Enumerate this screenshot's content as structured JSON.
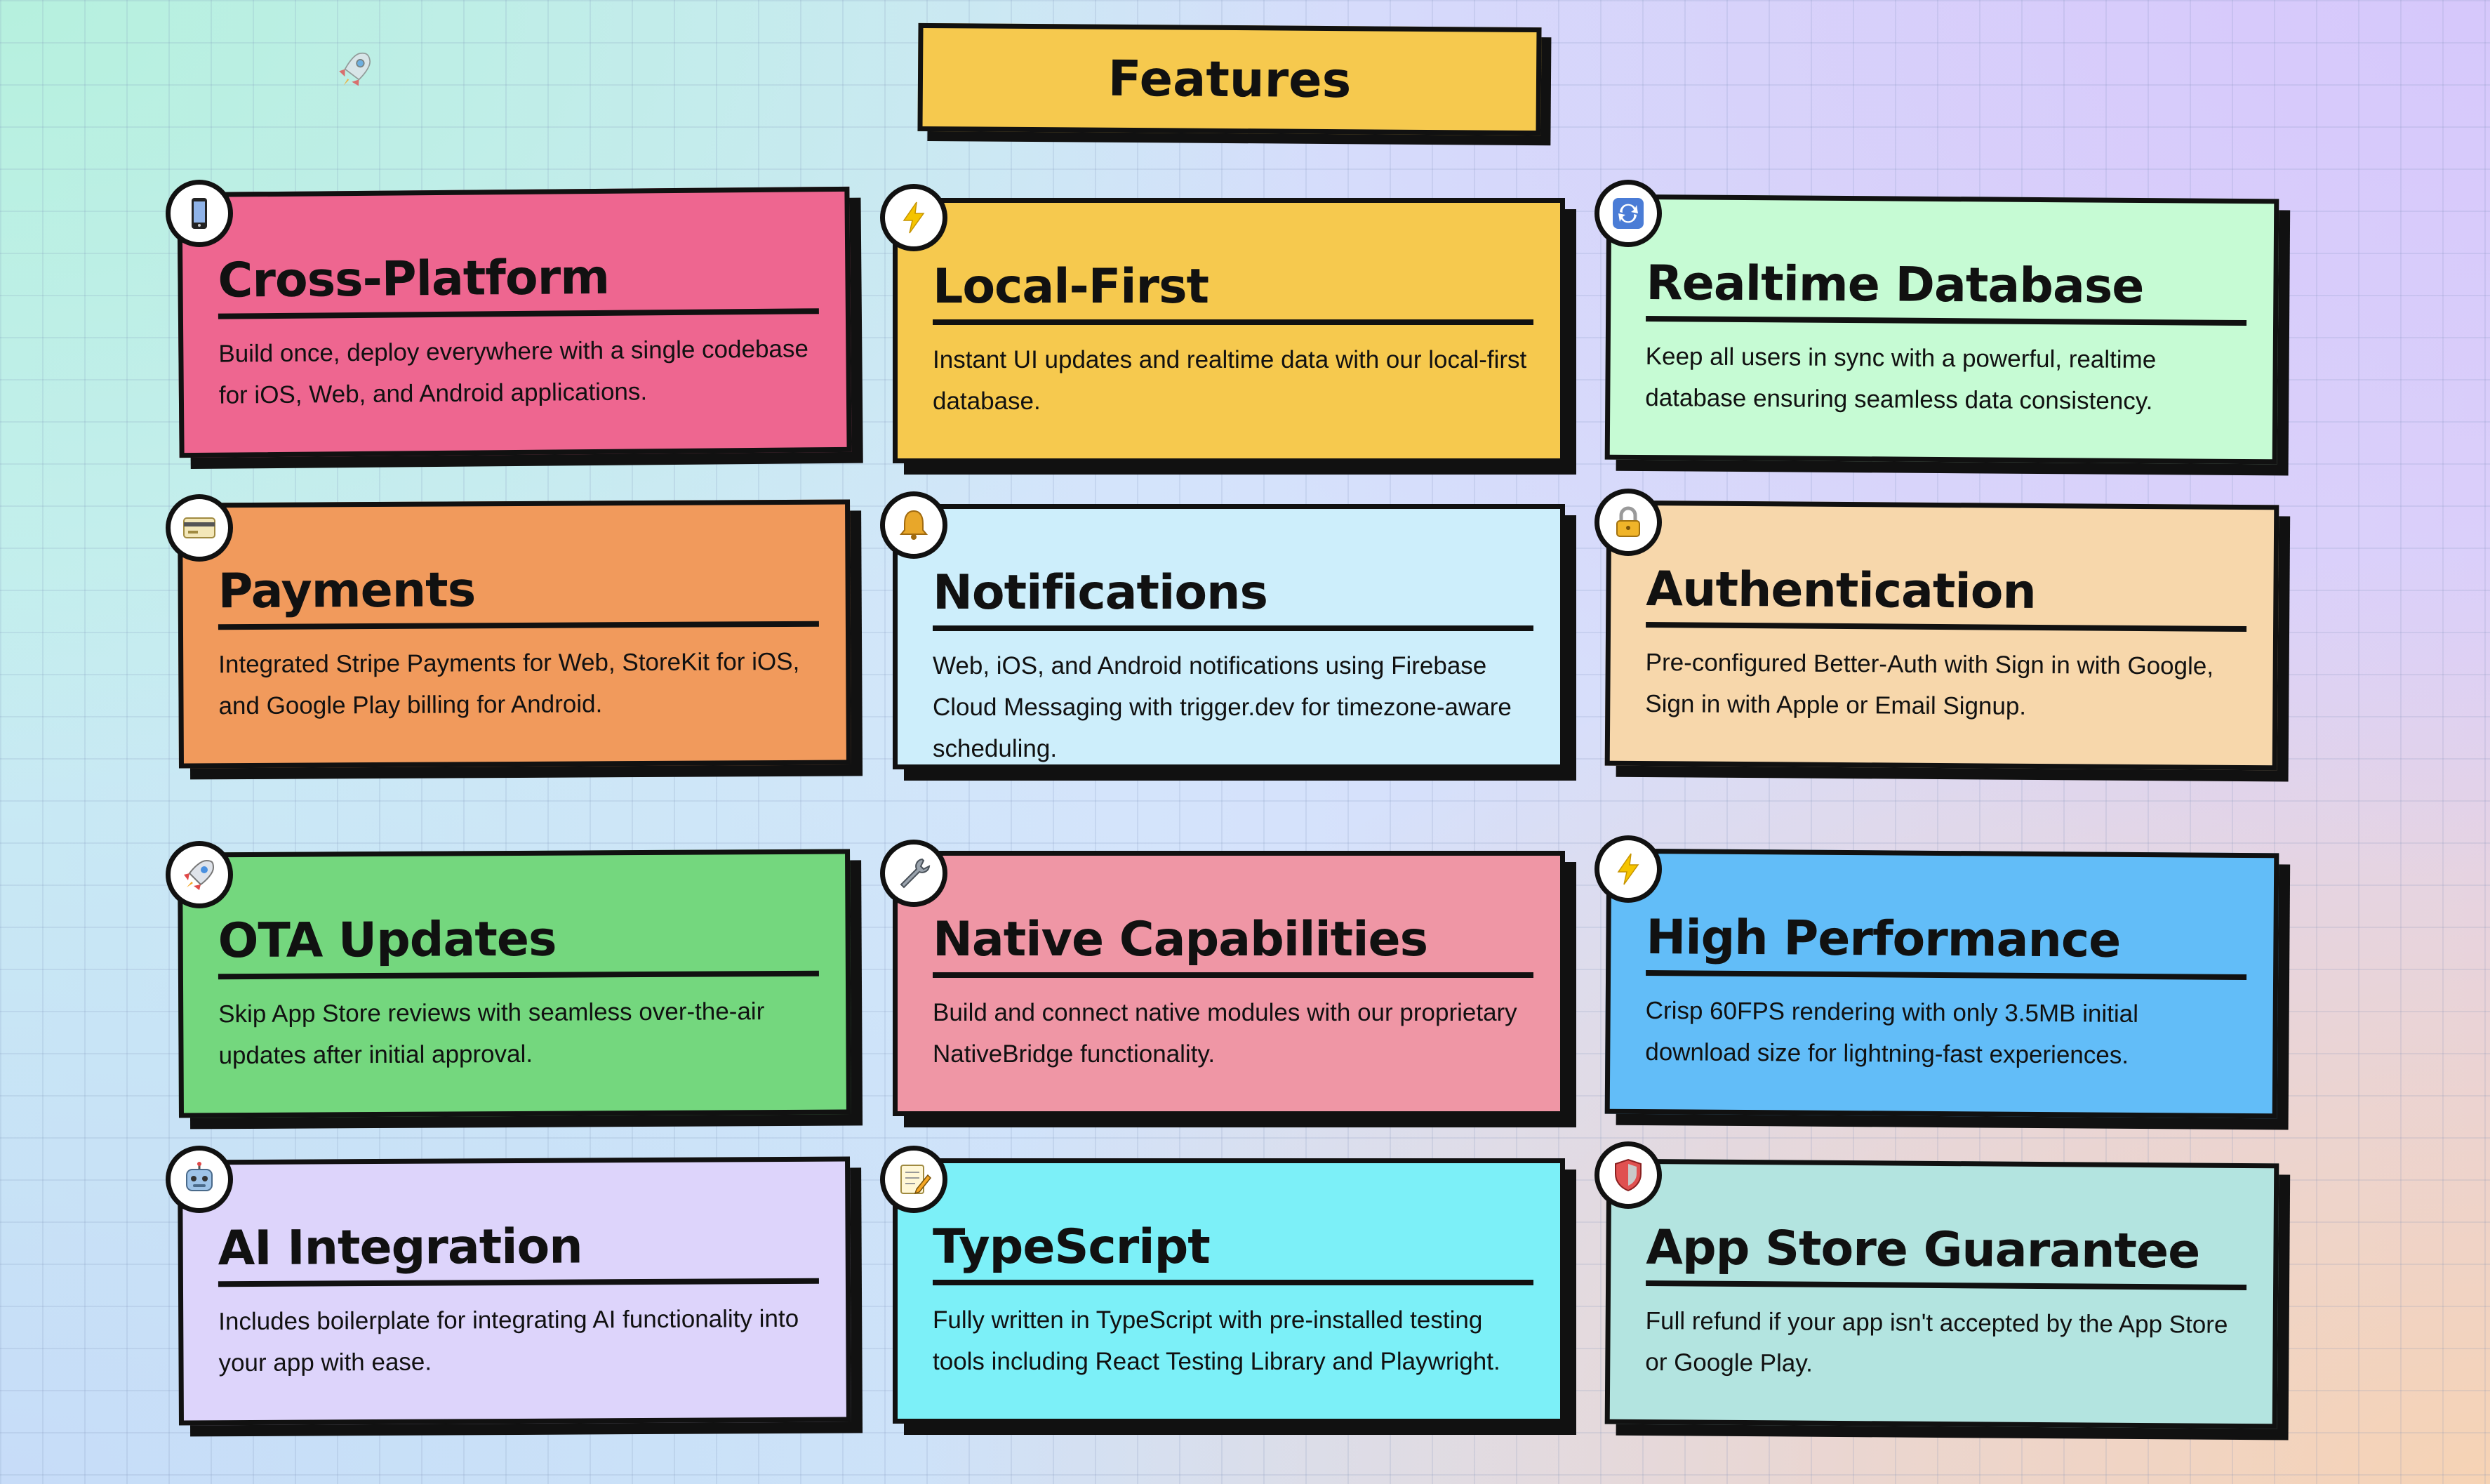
{
  "page": {
    "title": "Features",
    "background_accent": "#d8e6fb"
  },
  "features": [
    {
      "title": "Cross-Platform",
      "description": "Build once, deploy everywhere with a single codebase for iOS, Web, and Android applications.",
      "icon": "phone-icon",
      "color": "#ee6690"
    },
    {
      "title": "Local-First",
      "description": "Instant UI updates and realtime data with our local-first database.",
      "icon": "lightning-icon",
      "color": "#f6c94e"
    },
    {
      "title": "Realtime Database",
      "description": "Keep all users in sync with a powerful, realtime database ensuring seamless data consistency.",
      "icon": "sync-icon",
      "color": "#c6fbd4"
    },
    {
      "title": "Payments",
      "description": "Integrated Stripe Payments for Web, StoreKit for iOS, and Google Play billing for Android.",
      "icon": "credit-card-icon",
      "color": "#f19a5c"
    },
    {
      "title": "Notifications",
      "description": "Web, iOS, and Android notifications using Firebase Cloud Messaging with trigger.dev for timezone-aware scheduling.",
      "icon": "bell-icon",
      "color": "#cdeefb"
    },
    {
      "title": "Authentication",
      "description": "Pre-configured Better-Auth with Sign in with Google, Sign in with Apple or Email Signup.",
      "icon": "lock-icon",
      "color": "#f7d7ab"
    },
    {
      "title": "OTA Updates",
      "description": "Skip App Store reviews with seamless over-the-air updates after initial approval.",
      "icon": "rocket-icon",
      "color": "#74d77e"
    },
    {
      "title": "Native Capabilities",
      "description": "Build and connect native modules with our proprietary NativeBridge functionality.",
      "icon": "wrench-icon",
      "color": "#ef96a5"
    },
    {
      "title": "High Performance",
      "description": "Crisp 60FPS rendering with only 3.5MB initial download size for lightning-fast experiences.",
      "icon": "lightning-icon",
      "color": "#62bdf8"
    },
    {
      "title": "AI Integration",
      "description": "Includes boilerplate for integrating AI functionality into your app with ease.",
      "icon": "robot-icon",
      "color": "#ddd4fb"
    },
    {
      "title": "TypeScript",
      "description": "Fully written in TypeScript with pre-installed testing tools including React Testing Library and Playwright.",
      "icon": "memo-icon",
      "color": "#7cf0f8"
    },
    {
      "title": "App Store Guarantee",
      "description": "Full refund if your app isn't accepted by the App Store or Google Play.",
      "icon": "shield-icon",
      "color": "#b3e4e0"
    }
  ]
}
